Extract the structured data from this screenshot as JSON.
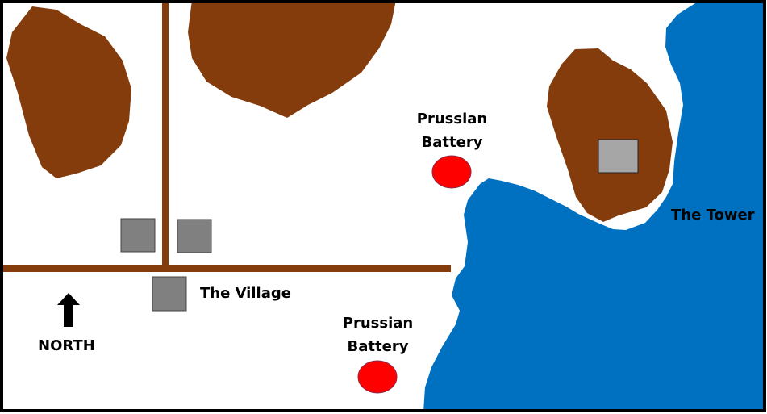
{
  "labels": {
    "battery_north_line1": "Prussian",
    "battery_north_line2": "Battery",
    "battery_south_line1": "Prussian",
    "battery_south_line2": "Battery",
    "village": "The Village",
    "tower": "The Tower",
    "north": "NORTH"
  },
  "colors": {
    "water": "#0070C0",
    "hill": "#843C0C",
    "road": "#843C0C",
    "building": "#808080",
    "tower_building": "#A6A6A6",
    "battery": "#FF0000",
    "border": "#000000"
  },
  "icons": [
    "north-arrow-icon"
  ]
}
